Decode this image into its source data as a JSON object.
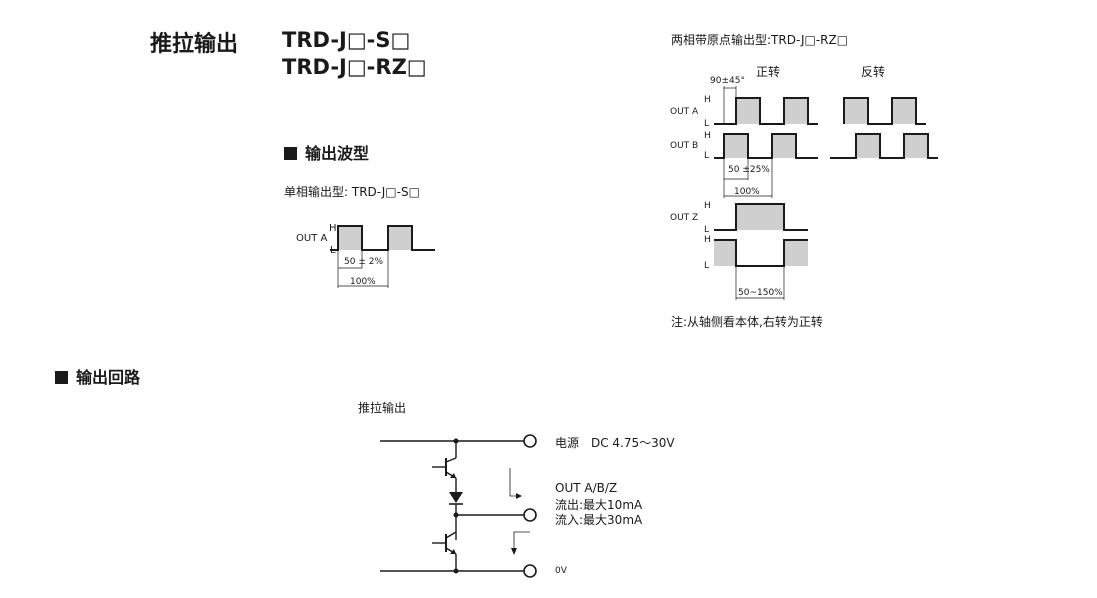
{
  "title": "推拉输出",
  "models": [
    "TRD-J□-S□",
    "TRD-J□-RZ□"
  ],
  "waveform_section": "输出波型",
  "single_phase": {
    "label": "单相输出型: TRD-J□-S□",
    "out_a": "OUT A",
    "h": "H",
    "l": "L",
    "duty": "50 ± 2%",
    "period": "100%"
  },
  "two_phase": {
    "label": "两相带原点输出型:TRD-J□-RZ□",
    "phase": "90±45°",
    "forward": "正转",
    "reverse": "反转",
    "out_a": "OUT A",
    "out_b": "OUT B",
    "out_z": "OUT Z",
    "h": "H",
    "l": "L",
    "duty": "50 ±25%",
    "period": "100%",
    "z_width": "50~150%",
    "note": "注:从轴侧看本体,右转为正转"
  },
  "circuit_section": "输出回路",
  "circuit": {
    "title": "推拉输出",
    "power": "电源　DC 4.75～30V",
    "out": "OUT A/B/Z",
    "source": "流出:最大10mA",
    "sink": "流入:最大30mA",
    "gnd": "0V"
  }
}
